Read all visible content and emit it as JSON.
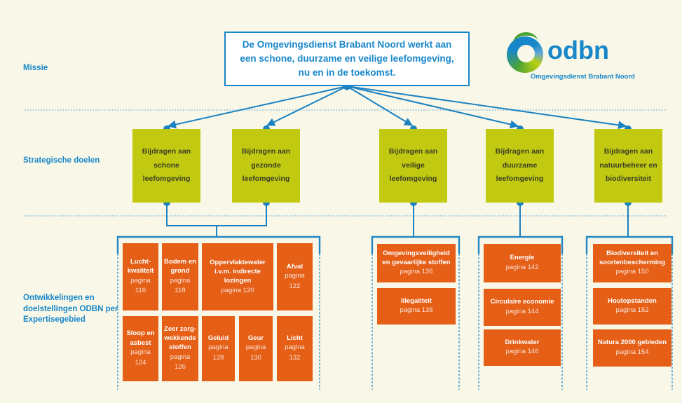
{
  "colors": {
    "background": "#f8f7e8",
    "brand_blue": "#1787c9",
    "goal_green": "#c1ca10",
    "expertise_orange": "#e55f17",
    "connector_blue": "#1b82c2"
  },
  "logo": {
    "wordmark": "odbn",
    "subtitle": "Omgevingsdienst Brabant Noord"
  },
  "sections": {
    "missie": {
      "label": "Missie",
      "statement": "De Omgevingsdienst Brabant Noord werkt aan een schone, duurzame en veilige leefomgeving, nu en in de toekomst."
    },
    "strategische_doelen": {
      "label": "Strategische doelen",
      "goals": [
        "Bijdragen aan schone leefomgeving",
        "Bijdragen aan gezonde leefomgeving",
        "Bijdragen aan veilige leefomgeving",
        "Bijdragen aan duurzame leefomgeving",
        "Bijdragen aan natuurbeheer en biodiversiteit"
      ]
    },
    "expertise": {
      "label": "Ontwikkelingen en doelstellingen ODBN per Expertisegebied",
      "groups": [
        {
          "boxes": [
            {
              "title": "Lucht-kwaliteit",
              "page": "pagina 116"
            },
            {
              "title": "Bodem en grond",
              "page": "pagina 118"
            },
            {
              "title": "Oppervlaktewater i.v.m. indirecte lozingen",
              "page": "pagina 120"
            },
            {
              "title": "Afval",
              "page": "pagina 122"
            },
            {
              "title": "Sloop en asbest",
              "page": "pagina 124"
            },
            {
              "title": "Zeer zorg-wekkende stoffen",
              "page": "pagina 126"
            },
            {
              "title": "Geluid",
              "page": "pagina 128"
            },
            {
              "title": "Geur",
              "page": "pagina 130"
            },
            {
              "title": "Licht",
              "page": "pagina 132"
            }
          ]
        },
        {
          "boxes": [
            {
              "title": "Omgevingsveiligheid en gevaarlijke stoffen",
              "page": "pagina 136"
            },
            {
              "title": "Illegaliteit",
              "page": "pagina 138"
            }
          ]
        },
        {
          "boxes": [
            {
              "title": "Energie",
              "page": "pagina 142"
            },
            {
              "title": "Circulaire economie",
              "page": "pagina 144"
            },
            {
              "title": "Drinkwater",
              "page": "pagina 146"
            }
          ]
        },
        {
          "boxes": [
            {
              "title": "Biodiversiteit en soortenbescherming",
              "page": "pagina 150"
            },
            {
              "title": "Houtopstanden",
              "page": "pagina 152"
            },
            {
              "title": "Natura 2000 gebieden",
              "page": "pagina 154"
            }
          ]
        }
      ]
    }
  }
}
